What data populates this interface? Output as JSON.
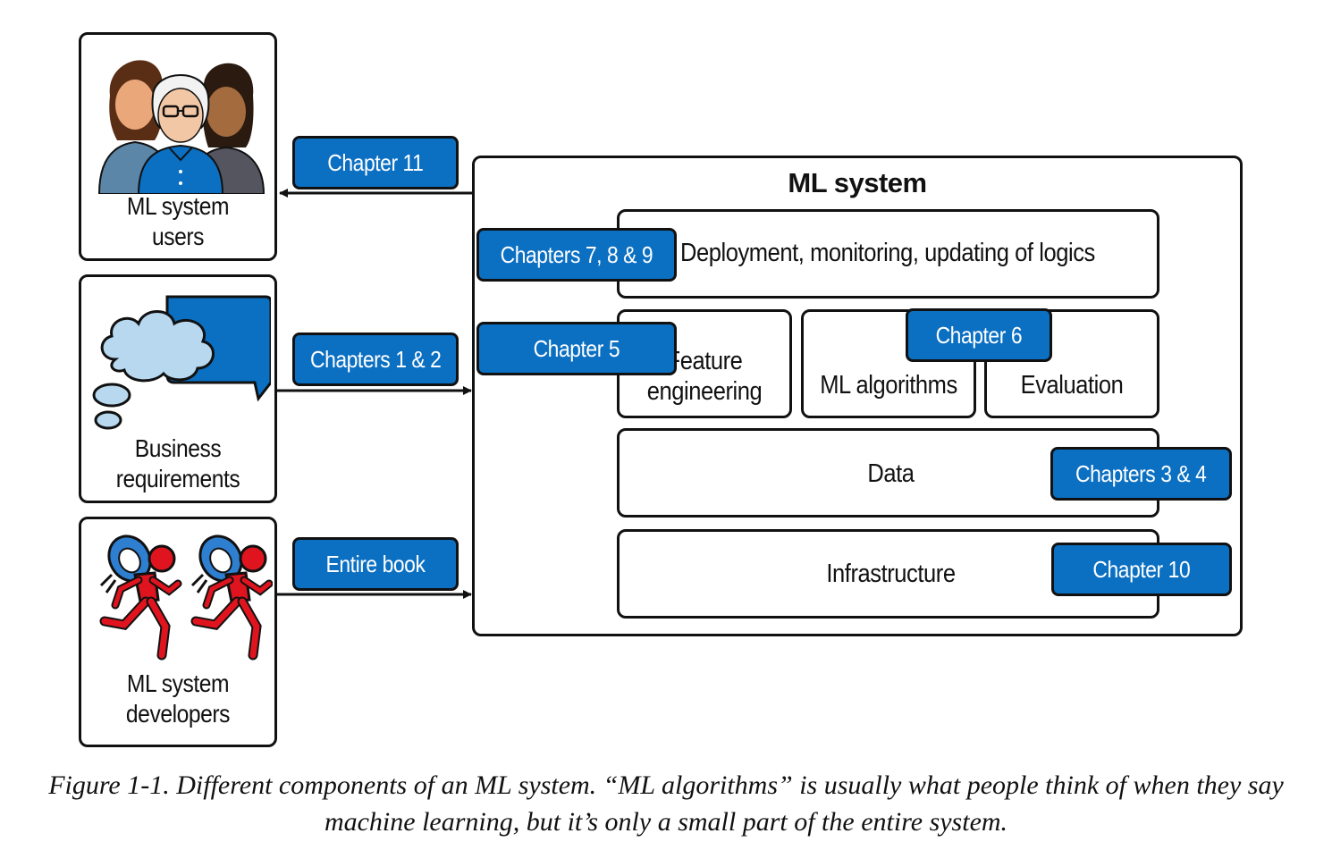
{
  "actors": {
    "users": {
      "label": "ML system\nusers",
      "icon": "users-group-icon"
    },
    "business": {
      "label": "Business\nrequirements",
      "icon": "thought-and-speech-bubbles-icon"
    },
    "developers": {
      "label": "ML system\ndevelopers",
      "icon": "running-developers-icon"
    }
  },
  "arrow_labels": {
    "users": "Chapter 11",
    "business": "Chapters 1 & 2",
    "developers": "Entire book"
  },
  "system": {
    "title": "ML system",
    "deployment": {
      "label": "Deployment, monitoring, updating of logics",
      "chapter": "Chapters 7, 8 & 9"
    },
    "feature": {
      "label": "Feature\nengineering",
      "chapter": "Chapter 5"
    },
    "algorithms": {
      "label": "ML algorithms",
      "chapter": "Chapter 6"
    },
    "evaluation": {
      "label": "Evaluation"
    },
    "data": {
      "label": "Data",
      "chapter": "Chapters 3 & 4"
    },
    "infrastructure": {
      "label": "Infrastructure",
      "chapter": "Chapter 10"
    }
  },
  "caption": "Figure 1-1. Different components of an ML system. “ML algorithms” is usually what people think of when they say machine learning, but it’s only a small part of the entire system.",
  "colors": {
    "pill_blue": "#0b6fc2",
    "outline": "#111111",
    "bubble_blue": "#b7d8ef",
    "runner_red": "#e0141e"
  }
}
